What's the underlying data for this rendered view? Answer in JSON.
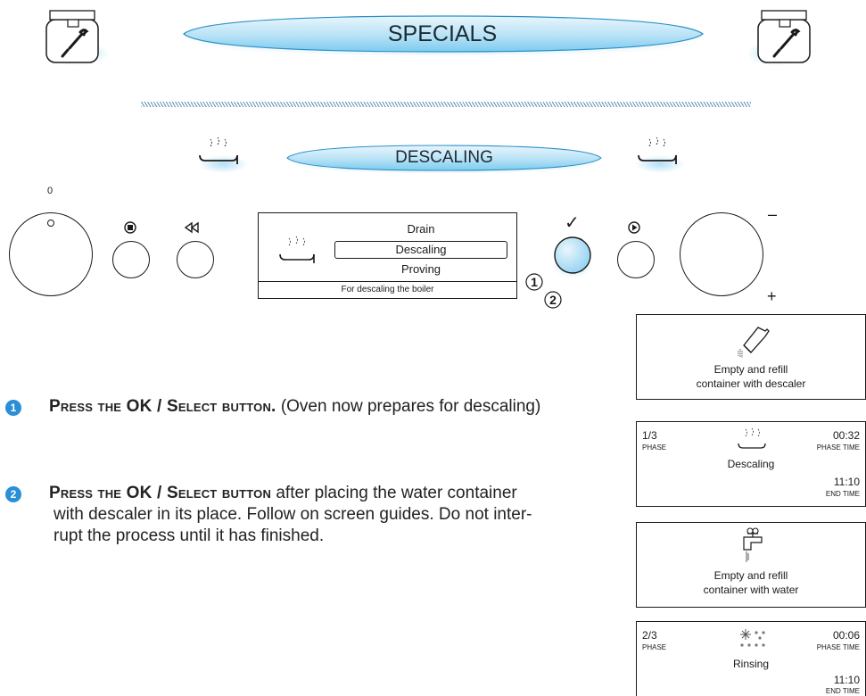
{
  "header": {
    "title": "SPECIALS",
    "subtitle": "DESCALING"
  },
  "controls": {
    "dial_left_label": "0",
    "dial_right_minus": "–",
    "dial_right_plus": "+",
    "callout_1": "1",
    "callout_2": "2"
  },
  "display": {
    "menu_items": [
      "Drain",
      "Descaling",
      "Proving"
    ],
    "selected_index": 1,
    "footer": "For descaling the boiler"
  },
  "steps": [
    {
      "number": "1",
      "action": "Press the OK / Select button.",
      "detail": "(Oven now prepares for descaling)"
    },
    {
      "number": "2",
      "action": "Press the OK / Select button",
      "detail": "after placing the water container with descaler in its place. Follow on screen guides. Do not interrupt the process until it has finished.",
      "lines": [
        "after placing the water container",
        "with descaler in its place. Follow on screen guides. Do not inter-",
        "rupt the process until it has finished."
      ]
    }
  ],
  "screens": [
    {
      "type": "refill",
      "text_line1": "Empty and refill",
      "text_line2": "container with descaler",
      "icon": "descaler-bottle-icon"
    },
    {
      "type": "phase",
      "phase": "1/3",
      "phase_label": "PHASE",
      "phase_time": "00:32",
      "phase_time_label": "PHASE TIME",
      "name": "Descaling",
      "end_time": "11:10",
      "end_time_label": "END TIME",
      "icon": "steam-tray-icon"
    },
    {
      "type": "refill",
      "text_line1": "Empty and refill",
      "text_line2": "container with water",
      "icon": "water-tap-icon"
    },
    {
      "type": "phase",
      "phase": "2/3",
      "phase_label": "PHASE",
      "phase_time": "00:06",
      "phase_time_label": "PHASE TIME",
      "name": "Rinsing",
      "end_time": "11:10",
      "end_time_label": "END TIME",
      "icon": "rinsing-icon"
    }
  ],
  "colors": {
    "accent": "#6fc3ea",
    "badge": "#2a8fd6",
    "ink": "#1a1a1a"
  }
}
